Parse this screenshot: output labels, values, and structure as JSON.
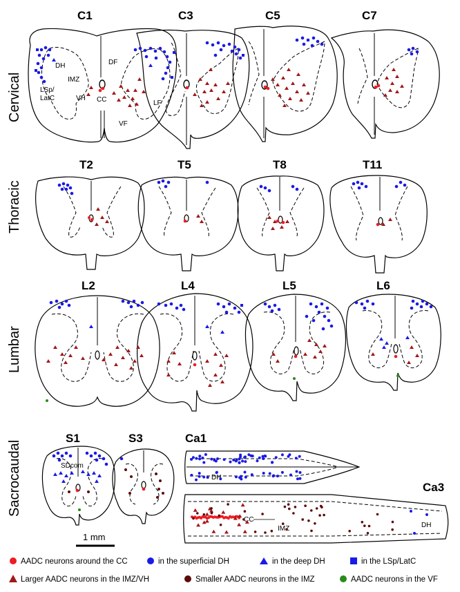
{
  "regions": [
    "Cervical",
    "Thoracic",
    "Lumbar",
    "Sacrocaudal"
  ],
  "segments": {
    "cervical": [
      "C1",
      "C3",
      "C5",
      "C7"
    ],
    "thoracic": [
      "T2",
      "T5",
      "T8",
      "T11"
    ],
    "lumbar": [
      "L2",
      "L4",
      "L5",
      "L6"
    ],
    "sacral": [
      "S1",
      "S3"
    ],
    "caudal": [
      "Ca1",
      "Ca3"
    ]
  },
  "annotations": {
    "DF": "DF",
    "DH": "DH",
    "IMZ": "IMZ",
    "LSp_LatC_1": "LSp/",
    "LSp_LatC_2": "LatC",
    "VH": "VH",
    "CC": "CC",
    "LF": "LF",
    "VF": "VF",
    "SDcom": "SDcom",
    "ca1_DH": "DH",
    "ca3_CC": "CC",
    "ca3_IMZ": "IMZ",
    "ca3_DH": "DH"
  },
  "scale_bar": {
    "label": "1 mm"
  },
  "colors": {
    "red": "#ee1c24",
    "blue": "#1a1ae6",
    "darkred": "#a01818",
    "maroon": "#5c0a0a",
    "green": "#2a8a1a"
  },
  "legend": [
    {
      "marker": "circle",
      "color": "red",
      "label": "AADC neurons around the CC"
    },
    {
      "marker": "circle",
      "color": "blue",
      "label": "in the superficial DH"
    },
    {
      "marker": "triangle",
      "color": "blue",
      "label": "in the deep DH"
    },
    {
      "marker": "square",
      "color": "blue",
      "label": "in the LSp/LatC"
    },
    {
      "marker": "triangle",
      "color": "darkred",
      "label": "Larger AADC neurons in the IMZ/VH"
    },
    {
      "marker": "circle",
      "color": "maroon",
      "label": "Smaller AADC neurons in the IMZ"
    },
    {
      "marker": "circle",
      "color": "green",
      "label": "AADC neurons in the VF"
    }
  ]
}
